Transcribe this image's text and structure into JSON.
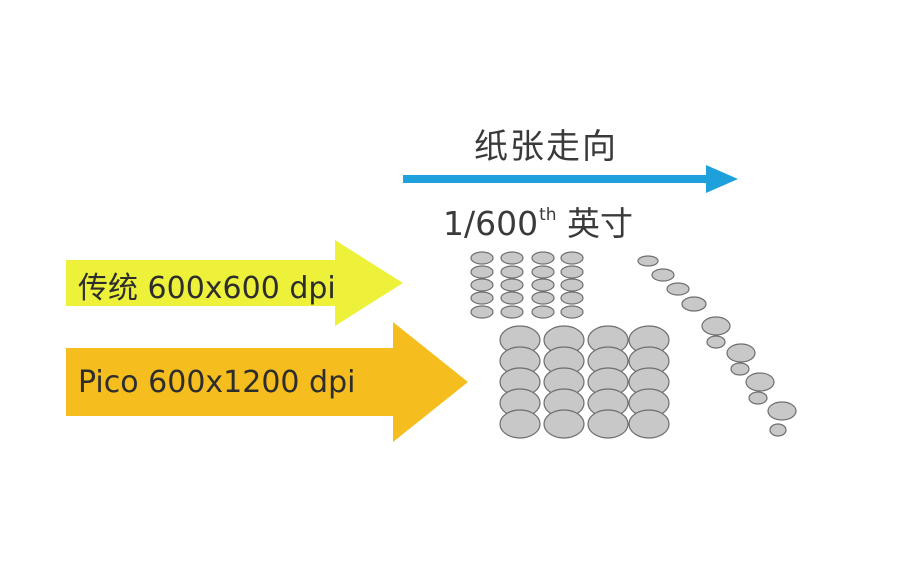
{
  "direction": {
    "label": "纸张走向",
    "arrow_color": "#1ea1db"
  },
  "resolution": {
    "prefix": "1/600",
    "superscript": "th",
    "suffix": " 英寸"
  },
  "traditional": {
    "label": "传统 600x600 dpi",
    "arrow_color": "#eef13a"
  },
  "pico": {
    "label": "Pico 600x1200 dpi",
    "arrow_color": "#f5bd1e"
  },
  "dots": {
    "fill": "#c8c8c8",
    "stroke": "#6e6e6e"
  }
}
